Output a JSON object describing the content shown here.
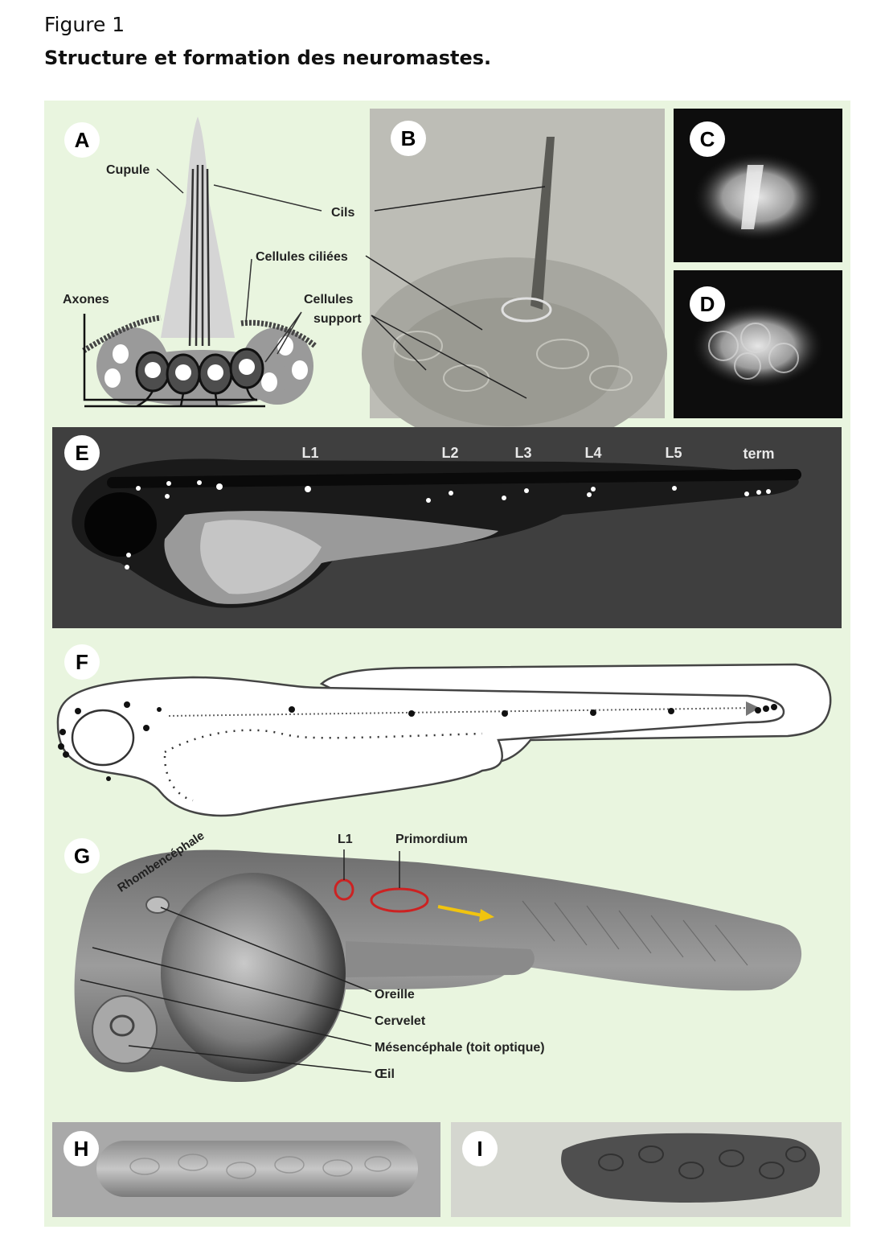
{
  "figure": {
    "label": "Figure 1",
    "title": "Structure et formation des neuromastes."
  },
  "panels": {
    "A": {
      "badge": "A",
      "labels": {
        "cupule": "Cupule",
        "cils": "Cils",
        "cellules_ciliees": "Cellules ciliées",
        "axones": "Axones",
        "cellules_support_1": "Cellules",
        "cellules_support_2": "support"
      }
    },
    "B": {
      "badge": "B"
    },
    "C": {
      "badge": "C"
    },
    "D": {
      "badge": "D"
    },
    "E": {
      "badge": "E",
      "positions": [
        "L1",
        "L2",
        "L3",
        "L4",
        "L5",
        "term"
      ]
    },
    "F": {
      "badge": "F"
    },
    "G": {
      "badge": "G",
      "labels": {
        "rhombencephale": "Rhombencéphale",
        "l1": "L1",
        "primordium": "Primordium",
        "oreille": "Oreille",
        "cervelet": "Cervelet",
        "mesencephale": "Mésencéphale (toit optique)",
        "oeil": "Œil"
      }
    },
    "H": {
      "badge": "H"
    },
    "I": {
      "badge": "I"
    }
  }
}
